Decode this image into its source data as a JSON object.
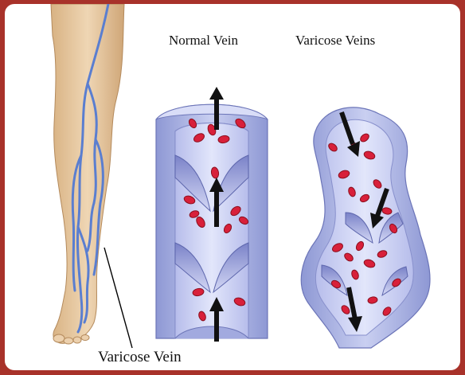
{
  "labels": {
    "normal_vein": "Normal Vein",
    "varicose_veins": "Varicose Veins",
    "varicose_vein": "Varicose Vein"
  },
  "colors": {
    "frame": "#a8322a",
    "skin": "#e3c39b",
    "vein_wall": "#9ea8dc",
    "vein_inner": "#c5cbef",
    "blood_cell": "#d8203a",
    "arrow": "#111111",
    "leg_vein": "#5a7ed0"
  },
  "icons": {
    "leg": "leg-illustration-icon",
    "normal": "normal-vein-section-icon",
    "varicose": "varicose-vein-section-icon",
    "arrow": "flow-arrow-icon",
    "cell": "blood-cell-icon"
  }
}
